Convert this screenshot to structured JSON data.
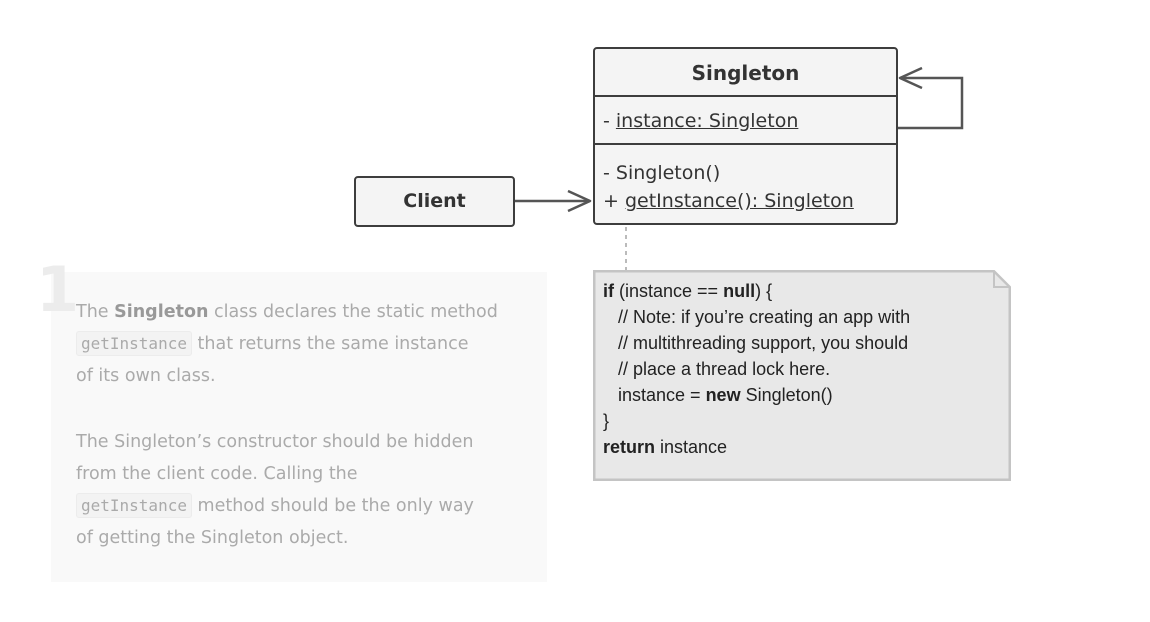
{
  "singleton": {
    "title": "Singleton",
    "attr_prefix": "- ",
    "attr": "instance: Singleton",
    "method1": "- Singleton()",
    "method2_prefix": "+ ",
    "method2": "getInstance(): Singleton"
  },
  "client": {
    "title": "Client"
  },
  "note": {
    "l1_kw": "if",
    "l1_a": " (instance == ",
    "l1_kw2": "null",
    "l1_b": ") {",
    "l2": "   // Note: if you’re creating an app with",
    "l3": "   // multithreading support, you should",
    "l4": "   // place a thread lock here.",
    "l5_a": "   instance = ",
    "l5_kw": "new",
    "l5_b": " Singleton()",
    "l6": "}",
    "l7_kw": "return",
    "l7_b": " instance"
  },
  "description": {
    "step": "1",
    "p1_a": "The ",
    "p1_bold": "Singleton",
    "p1_b": " class declares the static method",
    "p1_code": "getInstance",
    "p1_c": " that returns the same instance",
    "p1_d": "of its own class.",
    "p2_a": "The Singleton’s constructor should be hidden",
    "p2_b": "from the client code. Calling the",
    "p2_code": "getInstance",
    "p2_c": " method should be the only way",
    "p2_d": "of getting the Singleton object."
  },
  "colors": {
    "border": "#3d3d3d",
    "box_fill": "#f4f4f4",
    "note_fill": "#e8e8e8",
    "faded_text": "#aaaaaa"
  }
}
